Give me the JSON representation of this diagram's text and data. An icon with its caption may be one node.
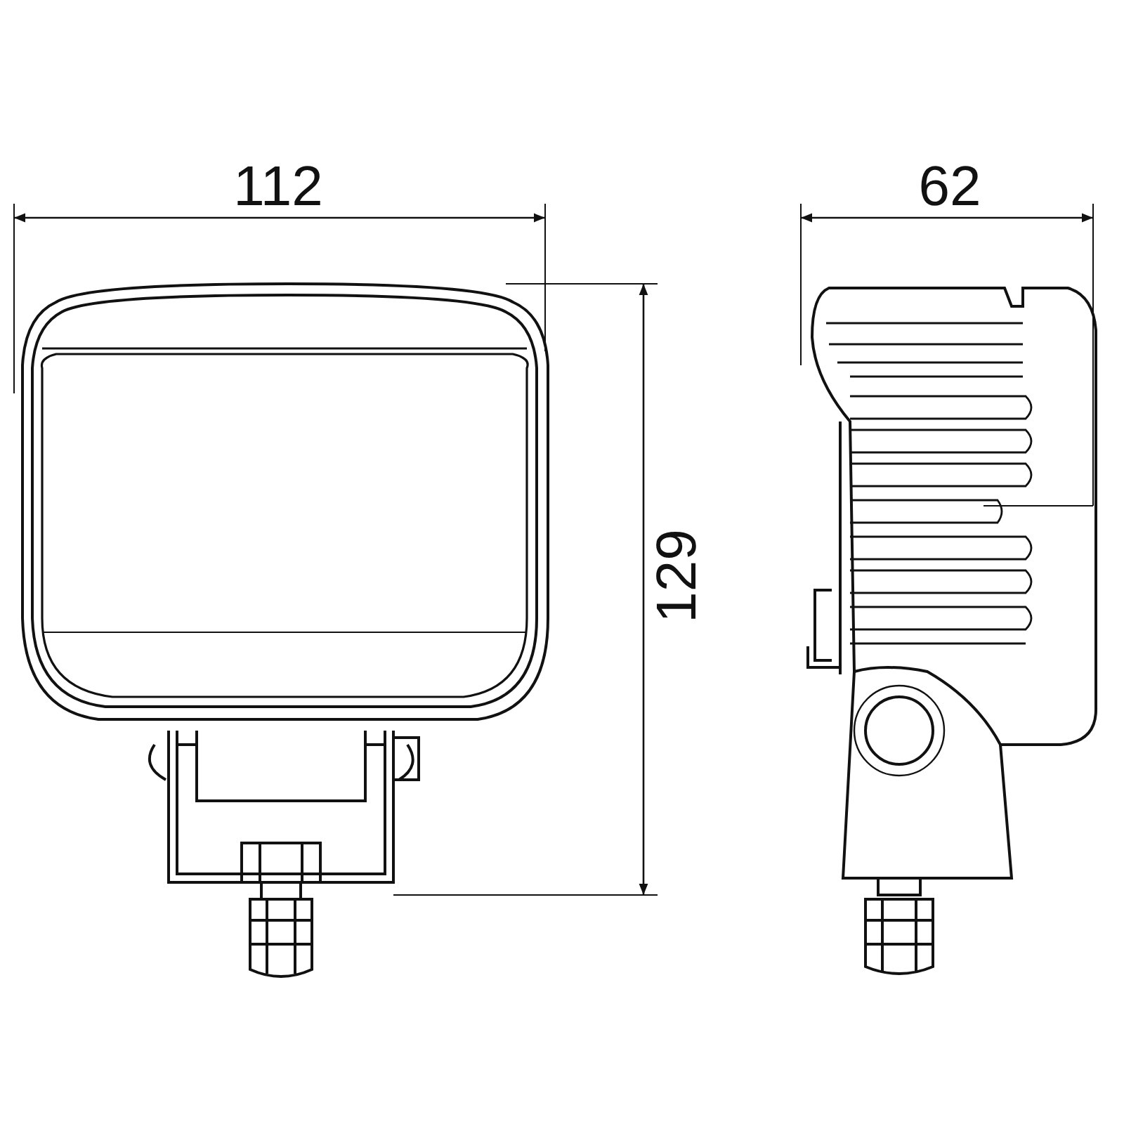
{
  "diagram": {
    "labels": [
      "112",
      "62",
      "129"
    ]
  }
}
